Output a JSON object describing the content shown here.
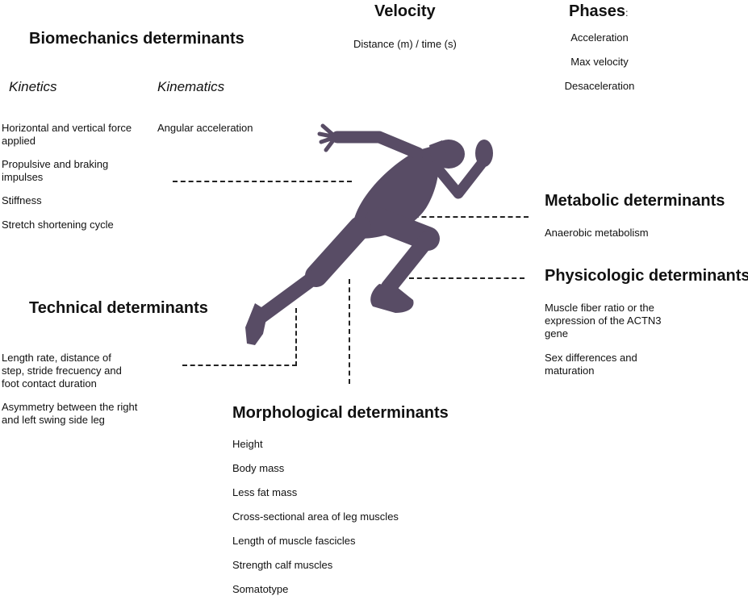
{
  "velocity": {
    "title": "Velocity",
    "formula": "Distance (m) / time (s)"
  },
  "phases": {
    "title": "Phases",
    "colon": ":",
    "items": [
      "Acceleration",
      "Max velocity",
      "Desaceleration"
    ]
  },
  "biomechanics": {
    "title": "Biomechanics determinants",
    "kinetics": {
      "title": "Kinetics",
      "items": [
        "Horizontal and vertical force applied",
        "Propulsive and braking impulses",
        "Stiffness",
        "Stretch shortening cycle"
      ]
    },
    "kinematics": {
      "title": "Kinematics",
      "items": [
        "Angular acceleration"
      ]
    }
  },
  "metabolic": {
    "title": "Metabolic determinants",
    "items": [
      "Anaerobic metabolism"
    ]
  },
  "physiologic": {
    "title": "Physicologic determinants",
    "items": [
      "Muscle fiber ratio or the expression of the ACTN3 gene",
      "Sex differences and maturation"
    ]
  },
  "technical": {
    "title": "Technical determinants",
    "items": [
      "Length  rate,  distance of step, stride frecuency  and foot contact duration",
      "Asymmetry between the right and left swing side leg"
    ]
  },
  "morphological": {
    "title": "Morphological determinants",
    "items": [
      "Height",
      "Body mass",
      "Less fat mass",
      "Cross-sectional area of leg muscles",
      "Length of muscle fascicles",
      "Strength calf muscles",
      "Somatotype"
    ]
  },
  "colors": {
    "silhouette": "#584c65",
    "connector": "#222222",
    "text": "#111111"
  },
  "icons": {
    "center_figure": "sprinter-silhouette-icon"
  }
}
